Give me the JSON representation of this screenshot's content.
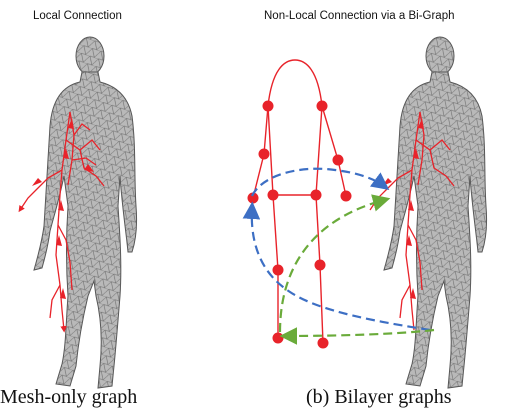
{
  "titles": {
    "local": "Local Connection",
    "nonlocal": "Non-Local Connection via a Bi-Graph"
  },
  "captions": {
    "a": "Mesh-only graph",
    "b": "(b) Bilayer graphs"
  },
  "colors": {
    "mesh_fill": "#b9b9b9",
    "mesh_line": "#555555",
    "graph_red": "#e8232a",
    "arrow_blue": "#3d6fc4",
    "arrow_green": "#6aab3a"
  }
}
